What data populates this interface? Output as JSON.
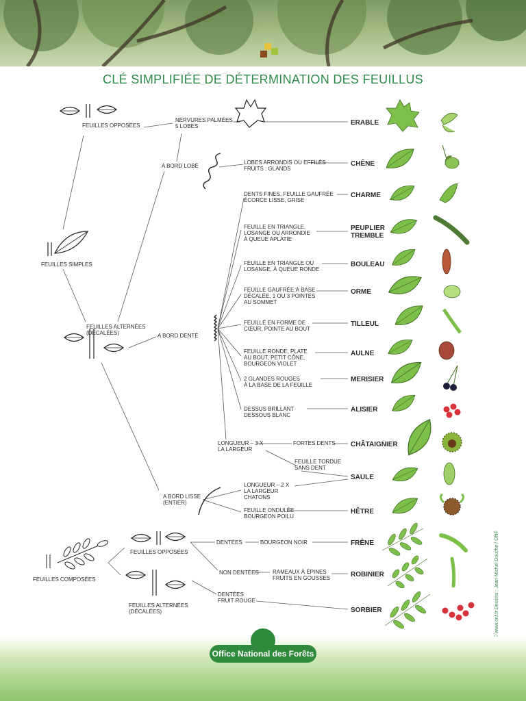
{
  "title": "CLÉ SIMPLIFIÉE DE DÉTERMINATION DES FEUILLUS",
  "credit": "© www.onf.fr Dessins : Jean-Michel Douche / ONF",
  "logo_text": "Office National des Forêts",
  "colors": {
    "title": "#2f8a4a",
    "leaf": "#7cc04a",
    "footer": "#8cc46a",
    "logo": "#2f8a3c"
  },
  "branches": {
    "simple": "FEUILLES SIMPLES",
    "simple_opposite": "FEUILLES OPPOSÉES",
    "simple_alternate": [
      "FEUILLES ALTERNÉES",
      "(DÉCALÉES)"
    ],
    "palmate": [
      "NERVURES PALMÉES",
      "5 LOBES"
    ],
    "lobed": "A BORD LOBÉ",
    "toothed": "A BORD DENTÉ",
    "smooth": [
      "A BORD LISSE",
      "(ENTIER)"
    ],
    "compound": "FEUILLES COMPOSÉES",
    "compound_opposite": "FEUILLES OPPOSÉES",
    "compound_alternate": [
      "FEUILLES ALTERNÉES",
      "(DÉCALÉES)"
    ]
  },
  "criteria": {
    "chene": [
      "LOBES ARRONDIS OU EFFILÉS",
      "FRUITS : GLANDS"
    ],
    "charme": [
      "DENTS FINES, FEUILLE GAUFRÉE",
      "ÉCORCE LISSE, GRISE"
    ],
    "peuplier": [
      "FEUILLE EN TRIANGLE,",
      "LOSANGE OU ARRONDIE",
      "À QUEUE APLATIE"
    ],
    "bouleau": [
      "FEUILLE EN TRIANGLE OU",
      "LOSANGE, À QUEUE RONDE"
    ],
    "orme": [
      "FEUILLE GAUFRÉE À BASE",
      "DÉCALÉE, 1 OU 3 POINTES",
      "AU SOMMET"
    ],
    "tilleul": [
      "FEUILLE EN FORME DE",
      "CŒUR, POINTE AU BOUT"
    ],
    "aulne": [
      "FEUILLE RONDE, PLATE",
      "AU BOUT, PETIT CÔNE,",
      "BOURGEON VIOLET"
    ],
    "merisier": [
      "2 GLANDES ROUGES",
      "À LA BASE DE LA FEUILLE"
    ],
    "alisier": [
      "DESSUS BRILLANT",
      "DESSOUS BLANC"
    ],
    "longueur3": [
      "LONGUEUR – 3 X",
      "LA LARGEUR"
    ],
    "fortes_dents": "FORTES DENTS",
    "tordue": [
      "FEUILLE TORDUE",
      "SANS DENT"
    ],
    "longueur2": [
      "LONGUEUR – 2 X",
      "LA LARGEUR",
      "CHATONS"
    ],
    "ondulee": [
      "FEUILLE ONDULÉE",
      "BOURGEON POILU"
    ],
    "dentees": "DENTÉES",
    "bourgeon_noir": "BOURGEON NOIR",
    "non_dentees": "NON DENTÉES",
    "rameaux": [
      "RAMEAUX À ÉPINES",
      "FRUITS EN GOUSSES"
    ],
    "dentees_rouge": [
      "DENTÉES",
      "FRUIT ROUGE"
    ]
  },
  "species": {
    "erable": "ERABLE",
    "chene": "CHÊNE",
    "charme": "CHARME",
    "peuplier": [
      "PEUPLIER",
      "TREMBLE"
    ],
    "bouleau": "BOULEAU",
    "orme": "ORME",
    "tilleul": "TILLEUL",
    "aulne": "AULNE",
    "merisier": "MERISIER",
    "alisier": "ALISIER",
    "chataignier": "CHÂTAIGNIER",
    "saule": "SAULE",
    "hetre": "HÊTRE",
    "frene": "FRÊNE",
    "robinier": "ROBINIER",
    "sorbier": "SORBIER"
  }
}
